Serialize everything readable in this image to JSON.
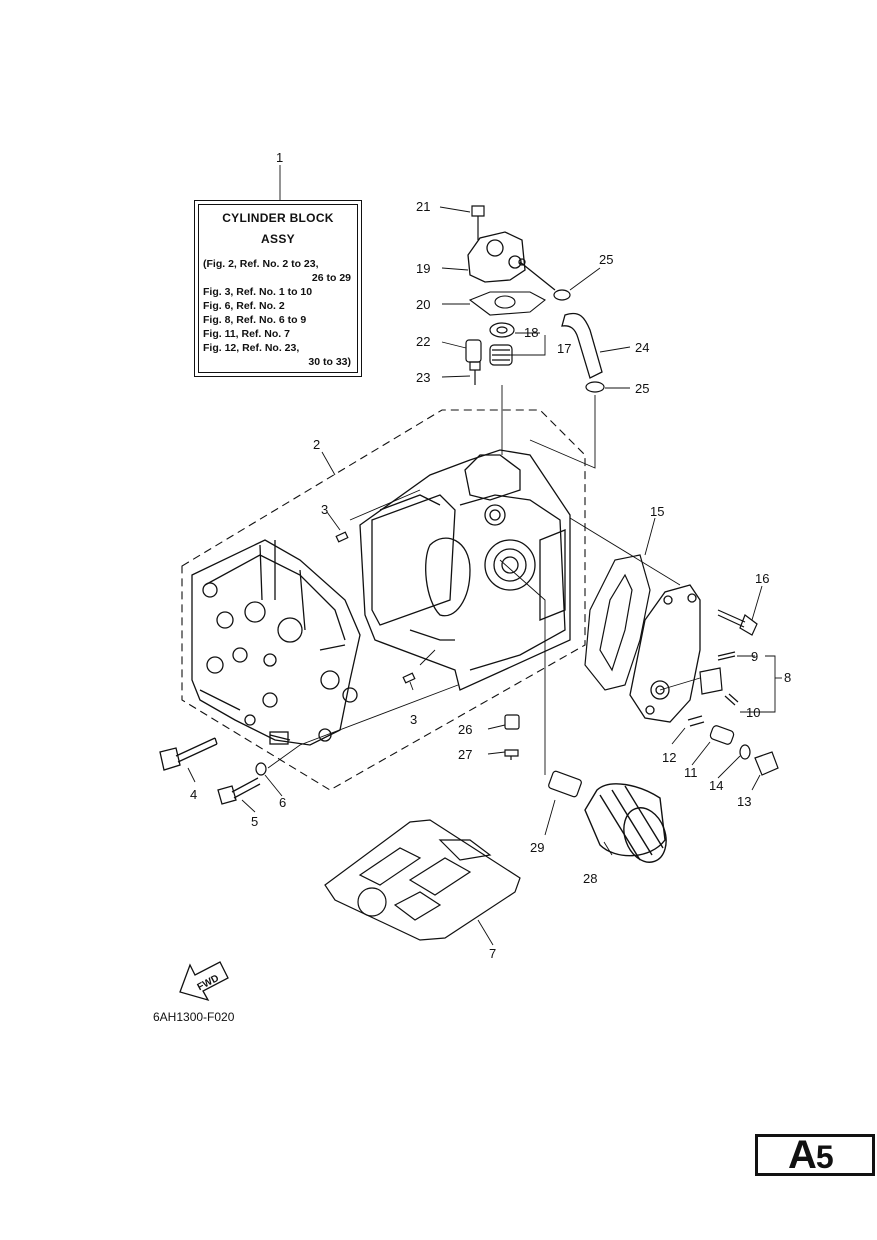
{
  "assy_box": {
    "title_line1": "CYLINDER BLOCK",
    "title_line2": "ASSY",
    "lines": [
      "(Fig. 2, Ref. No. 2 to 23,",
      "26 to 29",
      "Fig. 3, Ref. No. 1 to 10",
      "Fig. 6, Ref. No. 2",
      "Fig. 8, Ref. No. 6 to 9",
      "Fig. 11, Ref. No. 7",
      "Fig. 12, Ref. No. 23,",
      "30 to 33)"
    ]
  },
  "callouts": [
    "1",
    "2",
    "3",
    "3",
    "4",
    "5",
    "6",
    "7",
    "8",
    "9",
    "10",
    "11",
    "12",
    "13",
    "14",
    "15",
    "16",
    "17",
    "18",
    "19",
    "20",
    "21",
    "22",
    "23",
    "24",
    "25",
    "25",
    "26",
    "27",
    "28",
    "29"
  ],
  "fwd_label": "FWD",
  "part_code": "6AH1300-F020",
  "page_badge": {
    "letter": "A",
    "number": "5"
  }
}
